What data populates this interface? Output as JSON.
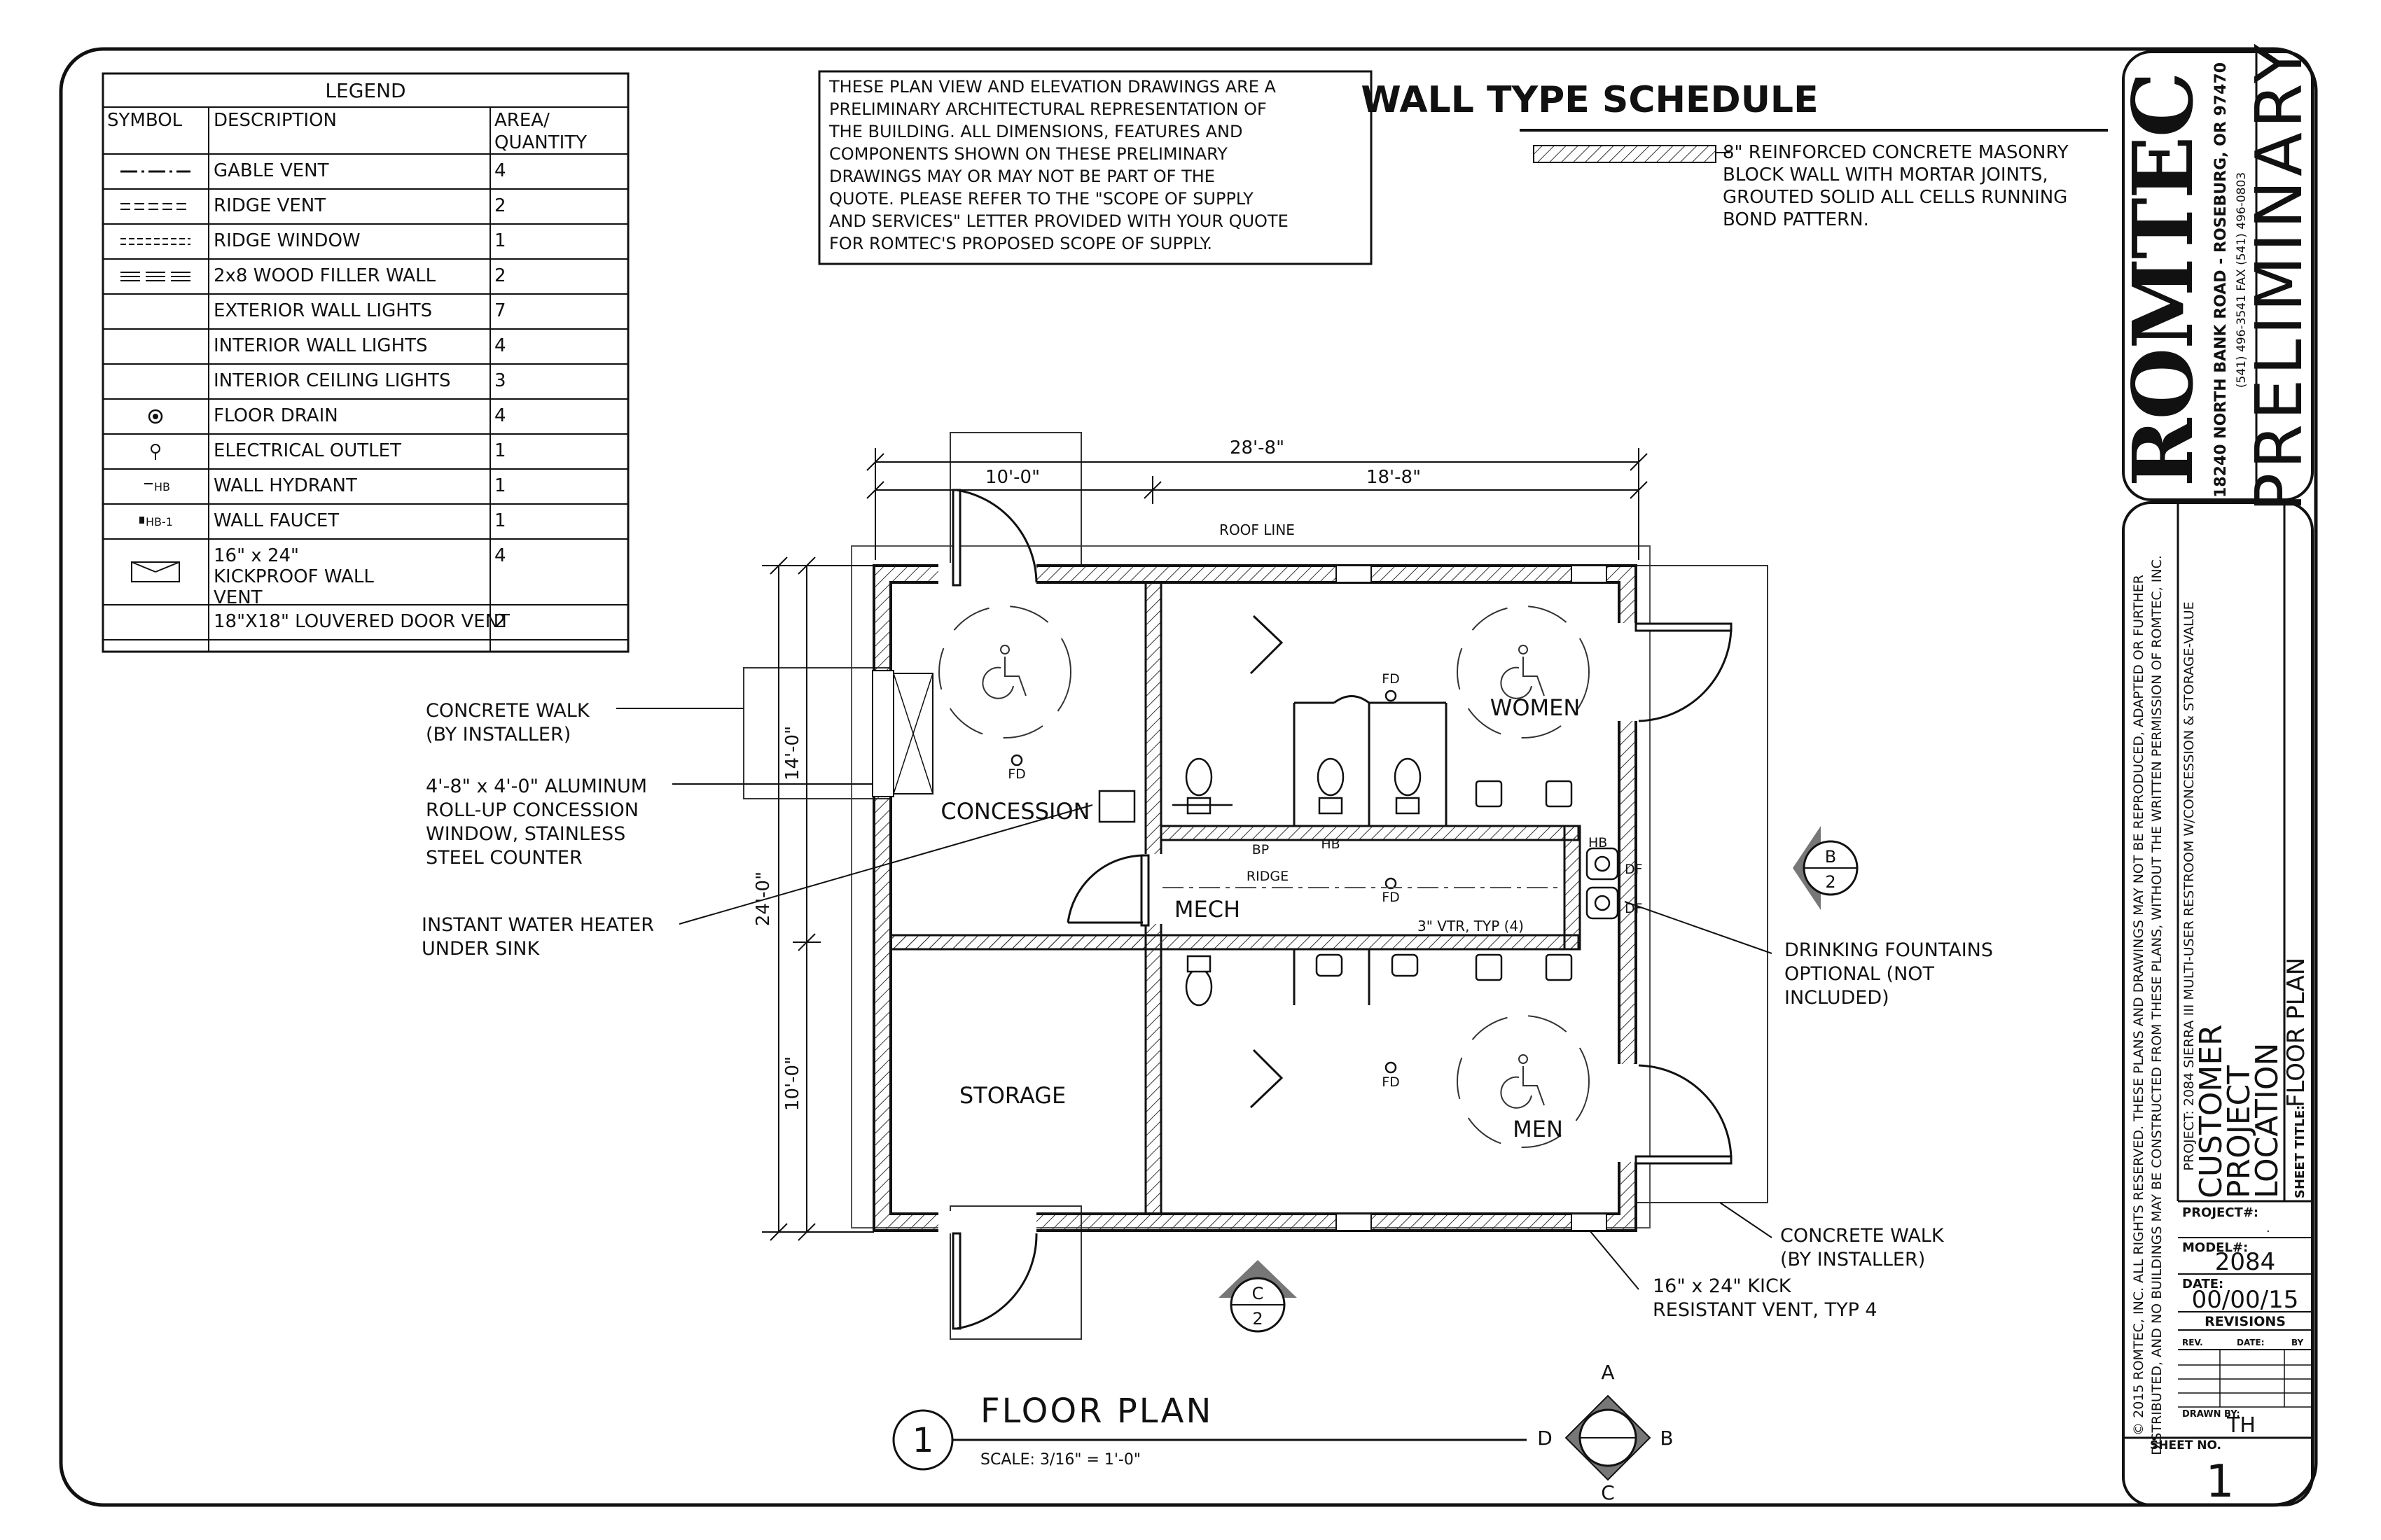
{
  "legend": {
    "title": "LEGEND",
    "headers": [
      "SYMBOL",
      "DESCRIPTION",
      "AREA/\nQUANTITY"
    ],
    "rows": [
      {
        "symbol": "gable-vent-line",
        "description": "GABLE VENT",
        "qty": "4"
      },
      {
        "symbol": "ridge-vent-line",
        "description": "RIDGE VENT",
        "qty": "2"
      },
      {
        "symbol": "ridge-window-line",
        "description": "RIDGE WINDOW",
        "qty": "1"
      },
      {
        "symbol": "filler-wall-line",
        "description": "2x8 WOOD FILLER WALL",
        "qty": "2"
      },
      {
        "symbol": "",
        "description": "EXTERIOR WALL LIGHTS",
        "qty": "7"
      },
      {
        "symbol": "",
        "description": "INTERIOR WALL LIGHTS",
        "qty": "4"
      },
      {
        "symbol": "",
        "description": "INTERIOR CEILING LIGHTS",
        "qty": "3"
      },
      {
        "symbol": "floor-drain-icon",
        "description": "FLOOR DRAIN",
        "qty": "4"
      },
      {
        "symbol": "electrical-outlet-icon",
        "description": "ELECTRICAL OUTLET",
        "qty": "1"
      },
      {
        "symbol": "wall-hydrant-icon",
        "description": "WALL HYDRANT",
        "qty": "1"
      },
      {
        "symbol": "wall-faucet-icon",
        "description": "WALL FAUCET",
        "qty": "1"
      },
      {
        "symbol": "kickproof-vent-icon",
        "description": "16\" x 24\"\nKICKPROOF WALL\nVENT",
        "qty": "4"
      },
      {
        "symbol": "",
        "description": "18\"X18\" LOUVERED DOOR VENT",
        "qty": "2"
      }
    ],
    "symbol_labels": {
      "hb": "HB",
      "hb1": "HB-1"
    }
  },
  "notice": "THESE PLAN VIEW AND ELEVATION DRAWINGS ARE A PRELIMINARY ARCHITECTURAL REPRESENTATION OF THE BUILDING. ALL DIMENSIONS, FEATURES AND COMPONENTS SHOWN ON THESE PRELIMINARY DRAWINGS MAY OR MAY NOT BE PART OF THE QUOTE. PLEASE REFER TO THE \"SCOPE OF SUPPLY AND SERVICES\" LETTER PROVIDED WITH YOUR QUOTE FOR ROMTEC'S PROPOSED SCOPE OF SUPPLY.",
  "notice_lines": [
    "THESE PLAN VIEW AND ELEVATION DRAWINGS ARE A",
    "PRELIMINARY ARCHITECTURAL REPRESENTATION OF",
    "THE BUILDING. ALL DIMENSIONS, FEATURES AND",
    "COMPONENTS SHOWN ON THESE PRELIMINARY",
    "DRAWINGS MAY OR MAY NOT BE PART OF THE",
    "QUOTE. PLEASE REFER TO THE \"SCOPE OF SUPPLY",
    "AND SERVICES\" LETTER PROVIDED WITH YOUR QUOTE",
    "FOR ROMTEC'S PROPOSED SCOPE OF SUPPLY."
  ],
  "wall_schedule": {
    "title": "WALL TYPE SCHEDULE",
    "lines": [
      "8\" REINFORCED CONCRETE MASONRY",
      "BLOCK WALL WITH MORTAR JOINTS,",
      "GROUTED SOLID ALL CELLS RUNNING",
      "BOND PATTERN."
    ]
  },
  "dimensions": {
    "overall_width": "28'-8\"",
    "left_width": "10'-0\"",
    "right_width": "18'-8\"",
    "overall_depth": "24'-0\"",
    "upper_depth": "14'-0\"",
    "lower_depth": "10'-0\""
  },
  "rooms": {
    "concession": "CONCESSION",
    "women": "WOMEN",
    "mech": "MECH",
    "storage": "STORAGE",
    "men": "MEN"
  },
  "plan_labels": {
    "roof_line": "ROOF LINE",
    "ridge": "RIDGE",
    "fd": "FD",
    "bp": "BP",
    "hb": "HB",
    "df": "DF",
    "vtr": "3\" VTR, TYP (4)"
  },
  "callouts": {
    "concrete_walk_1": [
      "CONCRETE WALK",
      "(BY INSTALLER)"
    ],
    "window": [
      "4'-8\" x 4'-0\" ALUMINUM",
      "ROLL-UP CONCESSION",
      "WINDOW, STAINLESS",
      "STEEL COUNTER"
    ],
    "water_heater": [
      "INSTANT WATER HEATER",
      "UNDER SINK"
    ],
    "fountains": [
      "DRINKING FOUNTAINS",
      "OPTIONAL (NOT",
      "INCLUDED)"
    ],
    "concrete_walk_2": [
      "CONCRETE WALK",
      "(BY INSTALLER)"
    ],
    "kick_vent": [
      "16\" x 24\" KICK",
      "RESISTANT VENT, TYP 4"
    ]
  },
  "section_markers": {
    "b_letter": "B",
    "b_sheet": "2",
    "c_letter": "C",
    "c_sheet": "2"
  },
  "compass": {
    "a": "A",
    "b": "B",
    "c": "C",
    "d": "D"
  },
  "title_block_plan": {
    "number": "1",
    "title": "FLOOR PLAN",
    "scale": "SCALE: 3/16\" = 1'-0\""
  },
  "company": {
    "logo_text": "ROMTEC",
    "address": "18240 NORTH BANK ROAD - ROSEBURG, OR 97470",
    "phone": "(541) 496-3541   FAX (541) 496-0803",
    "stamp": "PRELIMINARY"
  },
  "copyright_lines": [
    "© 2015 ROMTEC, INC.  ALL RIGHTS RESERVED.  THESE PLANS AND DRAWINGS MAY NOT BE REPRODUCED, ADAPTED OR FURTHER",
    "DISTRIBUTED, AND NO BUILDINGS MAY BE CONSTRUCTED FROM THESE PLANS, WITHOUT THE WRITTEN PERMISSION OF ROMTEC, INC."
  ],
  "project_line": "PROJECT: 2084 SIERRA III MULTI-USER RESTROOM W/CONCESSION & STORAGE-VALUE",
  "customer": [
    "CUSTOMER",
    "PROJECT",
    "LOCATION"
  ],
  "sheet_title_label": "SHEET TITLE:",
  "sheet_title": "FLOOR PLAN",
  "project_num_label": "PROJECT#:",
  "project_num": ".",
  "model_label": "MODEL#:",
  "model": "2084",
  "date_label": "DATE:",
  "date": "00/00/15",
  "revisions_label": "REVISIONS",
  "rev_headers": [
    "REV.",
    "DATE:",
    "BY"
  ],
  "drawn_by_label": "DRAWN BY:",
  "drawn_by": "TH",
  "sheet_no_label": "SHEET NO.",
  "sheet_no": "1"
}
